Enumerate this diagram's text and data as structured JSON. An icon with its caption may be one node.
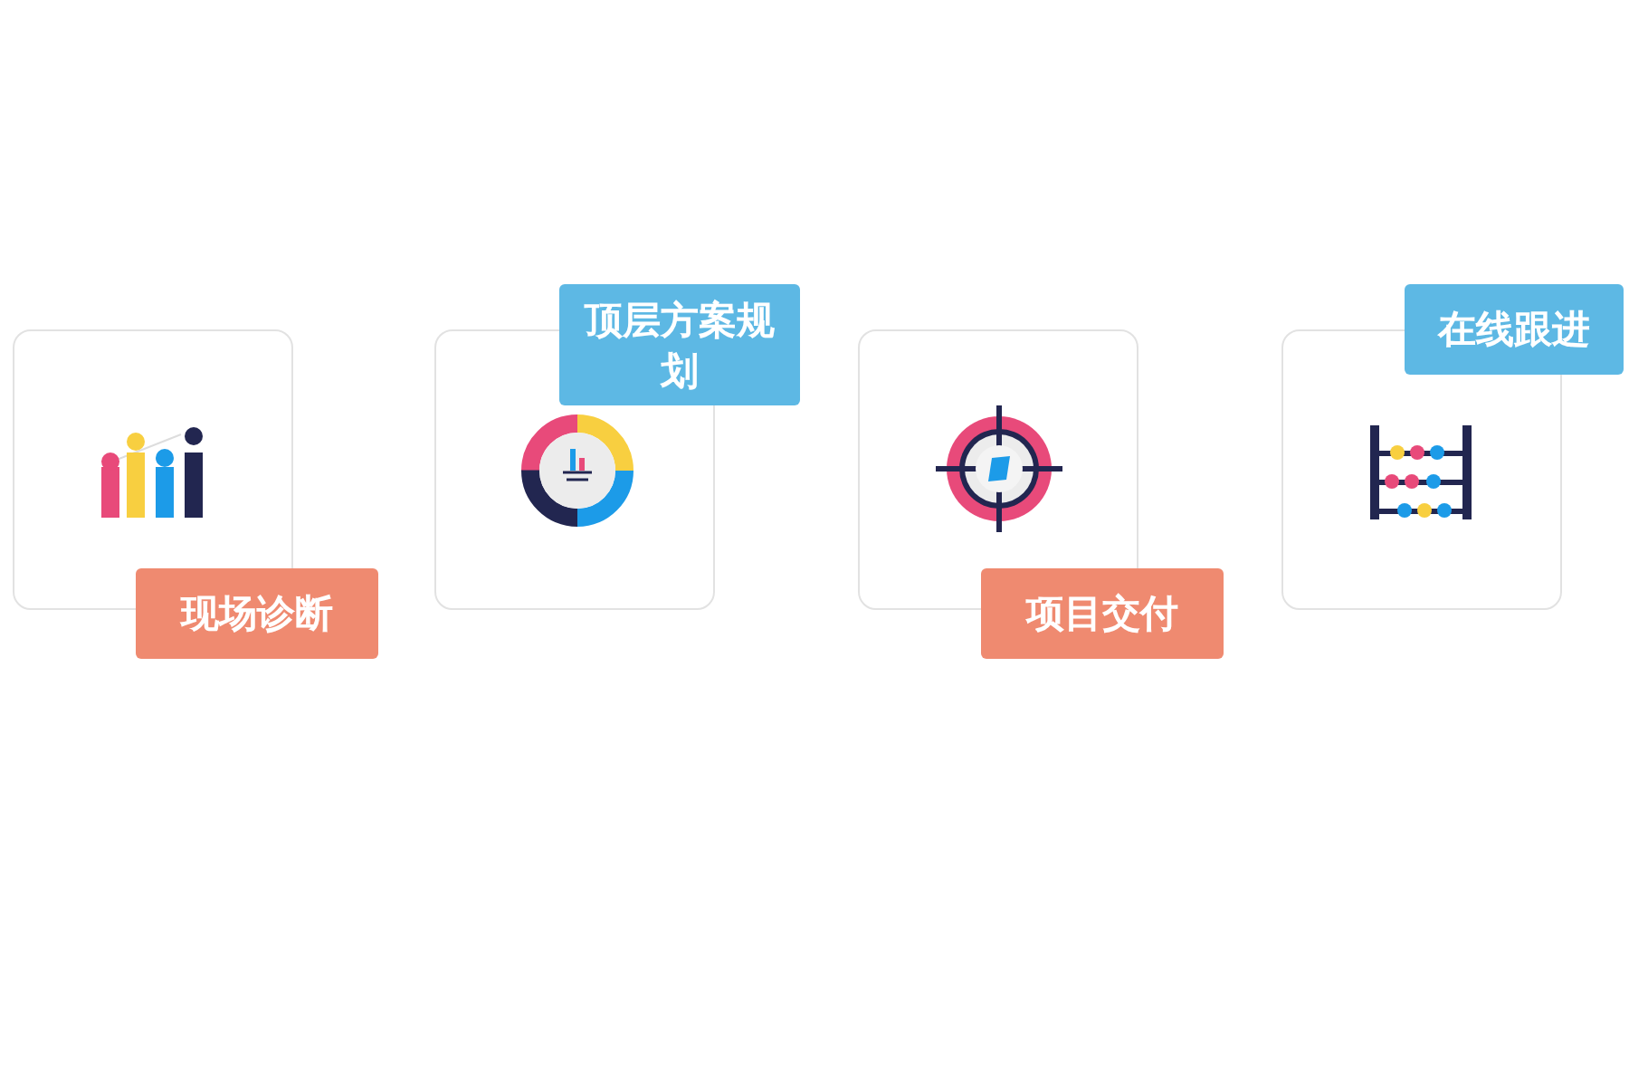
{
  "diagram": {
    "nodes": [
      {
        "text": [
          "现场诊断"
        ]
      },
      {
        "text": [
          "顶层方案规划"
        ]
      },
      {
        "text": [
          "项目交付"
        ]
      },
      {
        "text": [
          "在线跟进"
        ]
      }
    ]
  }
}
